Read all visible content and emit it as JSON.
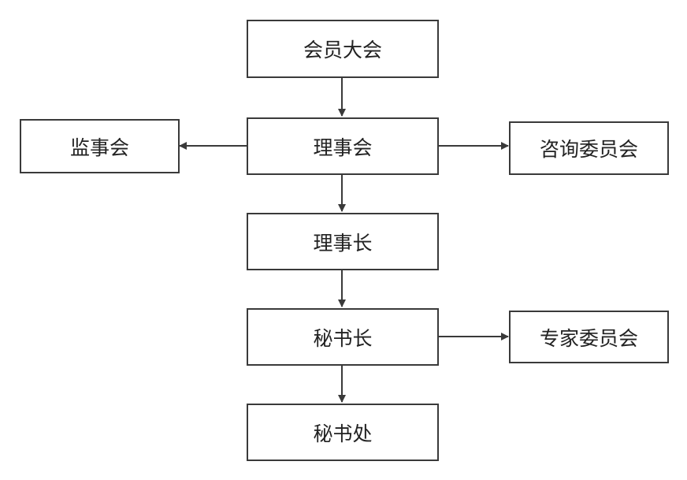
{
  "diagram": {
    "nodes": {
      "assembly": "会员大会",
      "council": "理事会",
      "supervisors": "监事会",
      "advisory": "咨询委员会",
      "chairman": "理事长",
      "secretary_general": "秘书长",
      "experts": "专家委员会",
      "secretariat": "秘书处"
    },
    "edges": [
      [
        "assembly",
        "council"
      ],
      [
        "council",
        "supervisors"
      ],
      [
        "council",
        "advisory"
      ],
      [
        "council",
        "chairman"
      ],
      [
        "chairman",
        "secretary_general"
      ],
      [
        "secretary_general",
        "experts"
      ],
      [
        "secretary_general",
        "secretariat"
      ]
    ],
    "colors": {
      "stroke": "#3a3a3a",
      "text": "#222222",
      "background": "#ffffff"
    }
  }
}
